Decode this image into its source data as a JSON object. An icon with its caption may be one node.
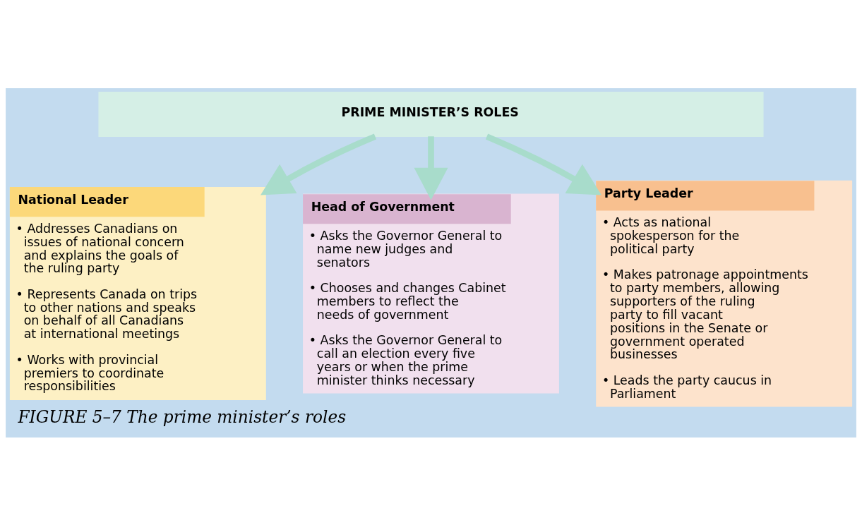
{
  "diagram": {
    "caption": "FIGURE 5–7 The prime minister’s roles",
    "nodes": [
      {
        "text": [
          "PRIME MINISTER’S ROLES"
        ]
      },
      {
        "text": [
          "National Leader",
          "• Addresses Canadians on issues of national concern and explains the goals of the ruling party",
          "• Represents Canada on trips to other nations and speaks on behalf of all Canadians at international meetings",
          "• Works with provincial premiers to coordinate responsibilities"
        ]
      },
      {
        "text": [
          "Head of Government",
          "• Asks the Governor General to name new judges and senators",
          "• Chooses and changes Cabinet members to reflect the needs of government",
          "• Asks the Governor General to call an election every five years or when the prime minister thinks necessary"
        ]
      },
      {
        "text": [
          "Party Leader",
          "• Acts as national spokesperson for the political party",
          "• Makes patronage appointments to party members, allowing supporters of the ruling party to fill vacant positions in the Senate or government operated businesses",
          "• Leads the party caucus in Parliament"
        ]
      }
    ],
    "edges": [
      {
        "from": 0,
        "to": 1,
        "arrow": "to"
      },
      {
        "from": 0,
        "to": 2,
        "arrow": "to"
      },
      {
        "from": 0,
        "to": 3,
        "arrow": "to"
      }
    ]
  }
}
